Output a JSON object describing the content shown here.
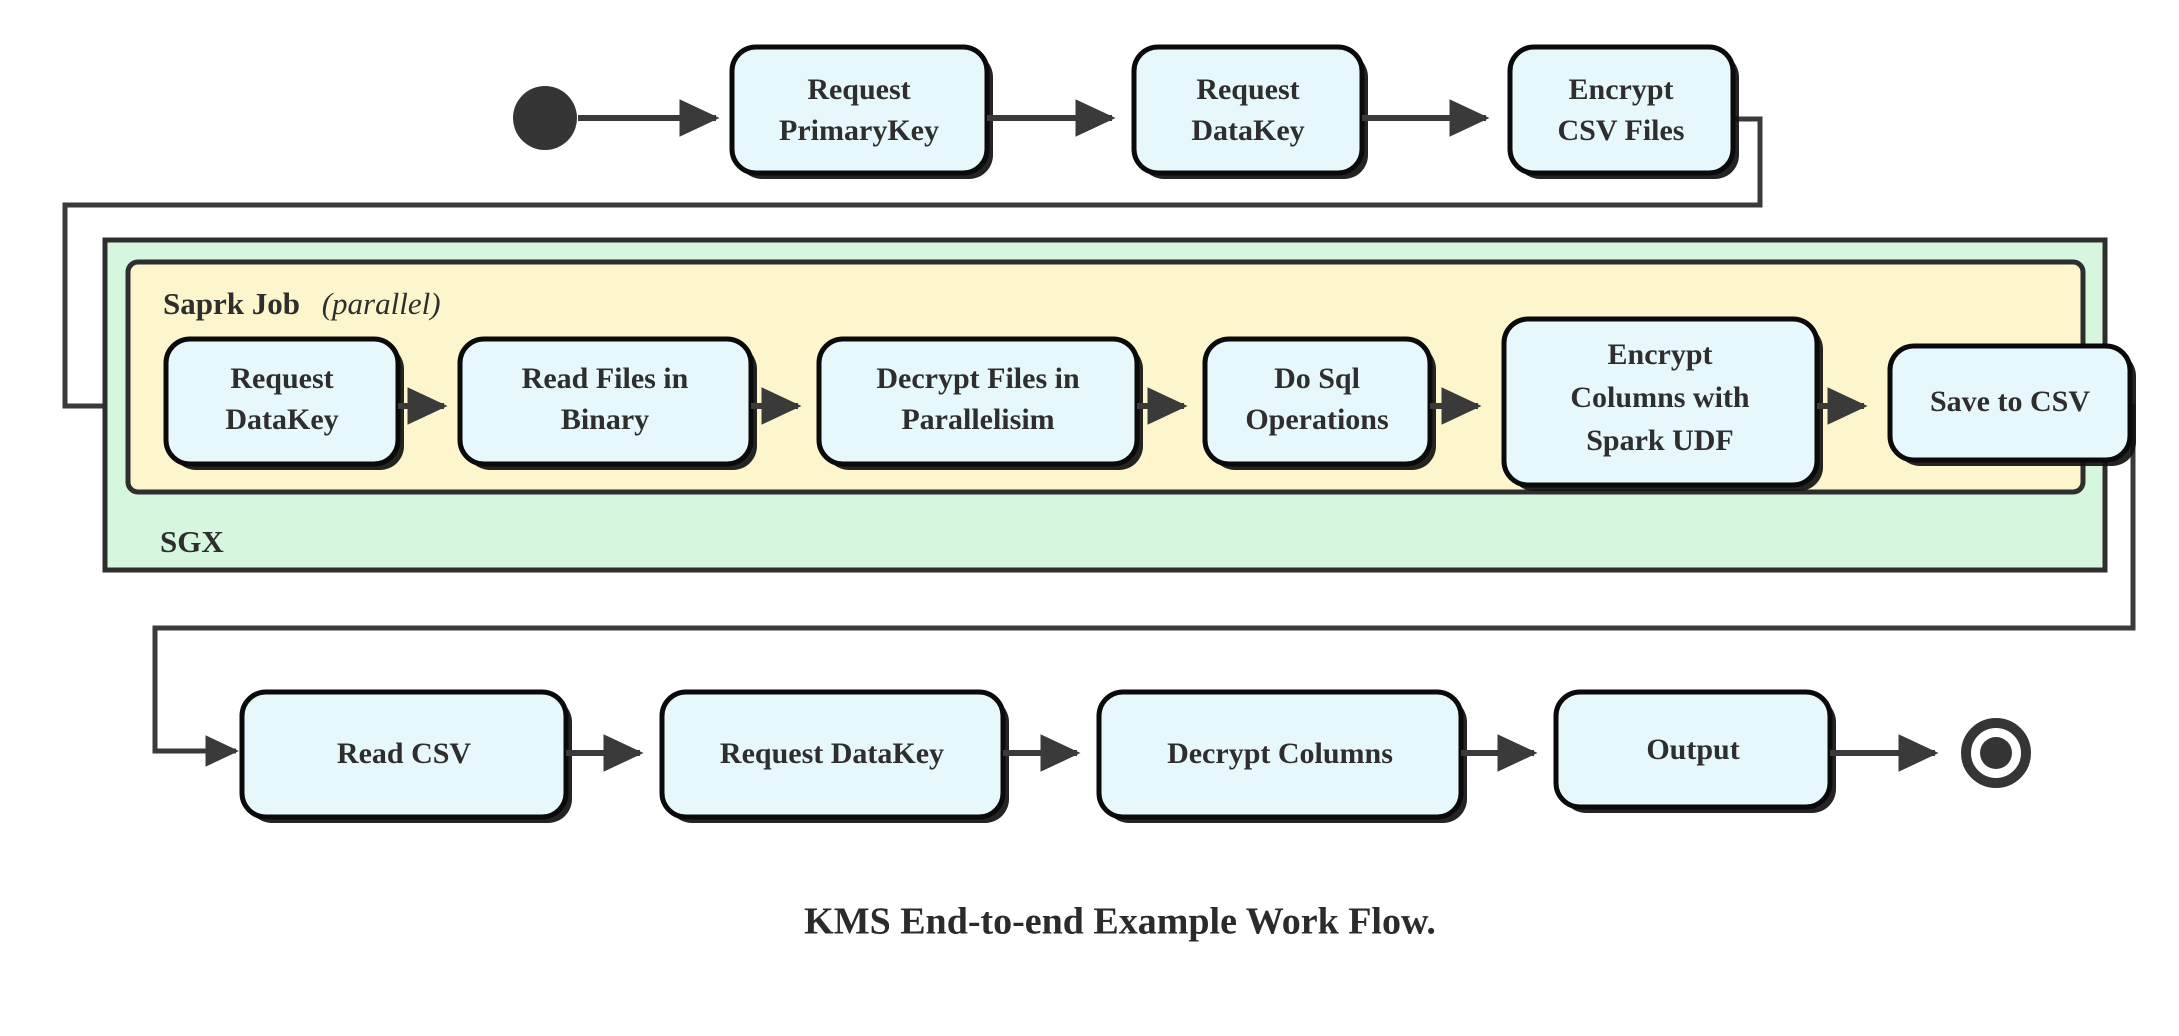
{
  "diagram": {
    "title": "KMS End-to-end Example Work Flow.",
    "colors": {
      "process_fill": "#e6f8fc",
      "process_stroke": "#0a0a0a",
      "spark_region_fill": "#fdf6cd",
      "sgx_region_fill": "#d7f6de",
      "edge_color": "#3a3a3a",
      "text_color": "#2e2e2e",
      "terminal_color": "#353535"
    },
    "start_node": {
      "name": "start-node",
      "shape": "filled-circle"
    },
    "end_node": {
      "name": "end-node",
      "shape": "ring-with-dot"
    },
    "regions": {
      "sgx": {
        "label": "SGX"
      },
      "spark": {
        "label_bold": "Saprk Job",
        "label_italic": "(parallel)"
      }
    },
    "rows": {
      "top": [
        {
          "id": "request-primarykey",
          "line1": "Request",
          "line2": "PrimaryKey"
        },
        {
          "id": "request-datakey-top",
          "line1": "Request",
          "line2": "DataKey"
        },
        {
          "id": "encrypt-csv-files",
          "line1": "Encrypt",
          "line2": "CSV Files"
        }
      ],
      "spark": [
        {
          "id": "request-datakey-spark",
          "line1": "Request",
          "line2": "DataKey"
        },
        {
          "id": "read-files-binary",
          "line1": "Read Files in",
          "line2": "Binary"
        },
        {
          "id": "decrypt-files-parallelisim",
          "line1": "Decrypt Files in",
          "line2": "Parallelisim"
        },
        {
          "id": "do-sql-operations",
          "line1": "Do Sql",
          "line2": "Operations"
        },
        {
          "id": "encrypt-columns-spark-udf",
          "line1": "Encrypt",
          "line2": "Columns with",
          "line3": "Spark UDF"
        },
        {
          "id": "save-to-csv",
          "line1": "Save to CSV"
        }
      ],
      "bottom": [
        {
          "id": "read-csv",
          "line1": "Read CSV"
        },
        {
          "id": "request-datakey-bottom",
          "line1": "Request DataKey"
        },
        {
          "id": "decrypt-columns",
          "line1": "Decrypt Columns"
        },
        {
          "id": "output",
          "line1": "Output"
        }
      ]
    }
  }
}
